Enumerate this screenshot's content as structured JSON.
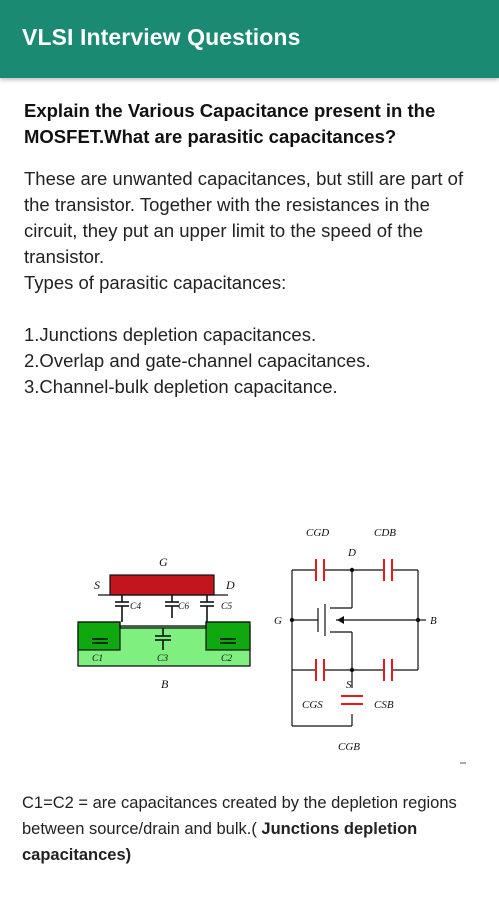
{
  "app_bar": {
    "title": "VLSI Interview Questions"
  },
  "question": "Explain the Various Capacitance present in the MOSFET.What are parasitic capacitances?",
  "answer": {
    "paragraph": "These are unwanted capacitances, but still are part of the transistor. Together with the resistances in the circuit, they put an upper limit to the speed of the transistor.",
    "types_heading": "Types of parasitic capacitances:",
    "types": [
      "1.Junctions depletion capacitances.",
      "2.Overlap and gate-channel capacitances.",
      "3.Channel-bulk depletion capacitance."
    ]
  },
  "figure": {
    "left_labels": {
      "gate": "G",
      "source": "S",
      "drain": "D",
      "bulk": "B",
      "c1": "C1",
      "c2": "C2",
      "c3": "C3",
      "c4": "C4",
      "c5": "C5",
      "c6": "C6"
    },
    "right_labels": {
      "cgd": "CGD",
      "cdb": "CDB",
      "cgs": "CGS",
      "csb": "CSB",
      "cgb": "CGB",
      "gate": "G",
      "drain": "D",
      "source": "S",
      "bulk": "B"
    },
    "colors": {
      "gate": "#c0161c",
      "diffusion": "#0fa80f",
      "substrate": "#7ff07f",
      "capacitor": "#e8191e"
    }
  },
  "caption": {
    "text": "C1=C2 = are capacitances created by the depletion regions between source/drain and bulk.(",
    "bold": "Junctions depletion capacitances)"
  }
}
